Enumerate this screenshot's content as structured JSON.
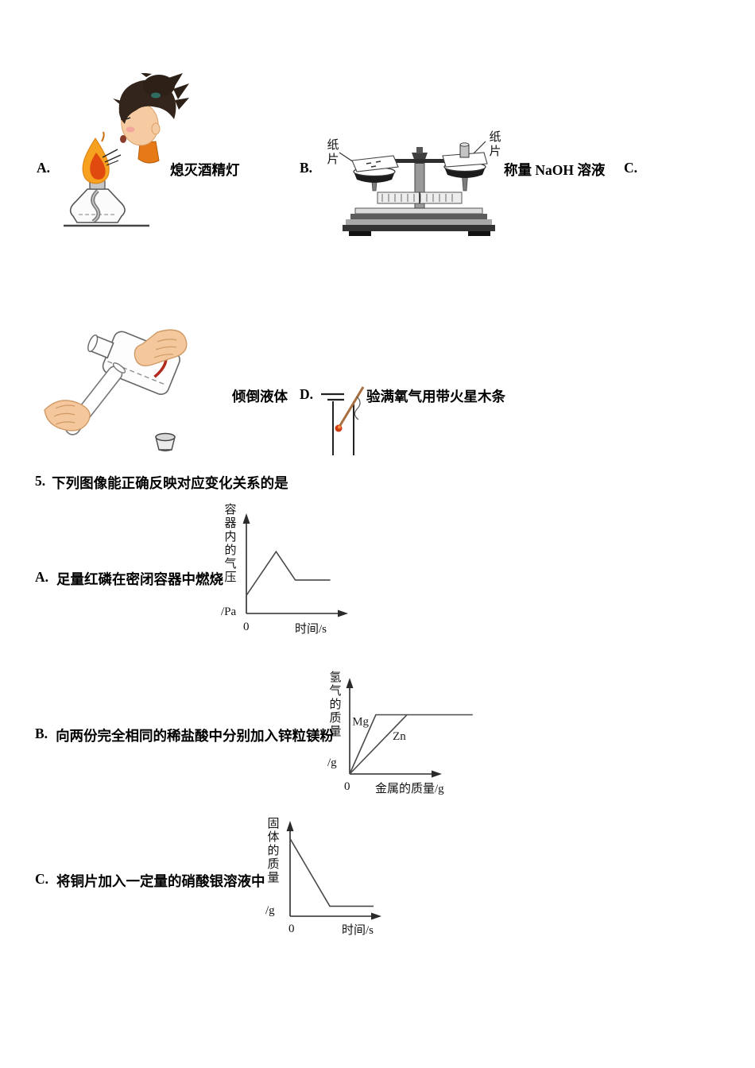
{
  "question4": {
    "options": [
      {
        "label": "A.",
        "caption": "熄灭酒精灯"
      },
      {
        "label": "B.",
        "caption": "称量 NaOH 溶液",
        "annotations": {
          "left": "纸片",
          "right": "纸片"
        }
      },
      {
        "label": "C.",
        "caption": "倾倒液体"
      },
      {
        "label": "D.",
        "caption": "验满氧气用带火星木条"
      }
    ]
  },
  "question5": {
    "number": "5.",
    "stem": "下列图像能正确反映对应变化关系的是",
    "options": [
      {
        "label": "A.",
        "text": "足量红磷在密闭容器中燃烧"
      },
      {
        "label": "B.",
        "text": "向两份完全相同的稀盐酸中分别加入锌粒镁粉"
      },
      {
        "label": "C.",
        "text": "将铜片加入一定量的硝酸银溶液中"
      }
    ]
  },
  "chart_data": [
    {
      "type": "line",
      "option": "A",
      "ylabel": "容器内的气压",
      "yunit": "/Pa",
      "xlabel": "时间/s",
      "origin": "0",
      "axes_note": "no gridlines, arrow axes, unlabeled ticks",
      "series": [
        {
          "name": "pressure",
          "points": [
            [
              0,
              0.21
            ],
            [
              0.34,
              0.72
            ],
            [
              0.56,
              0.39
            ],
            [
              0.96,
              0.39
            ]
          ]
        }
      ]
    },
    {
      "type": "line",
      "option": "B",
      "ylabel": "氢气的质量",
      "yunit": "/g",
      "xlabel": "金属的质量/g",
      "origin": "0",
      "axes_note": "no gridlines, arrow axes, both curves plateau at same height",
      "series": [
        {
          "name": "Mg",
          "label": "Mg",
          "label_pos": [
            0.03,
            0.57
          ],
          "points": [
            [
              0,
              0
            ],
            [
              0.31,
              0.69
            ],
            [
              1.46,
              0.69
            ]
          ]
        },
        {
          "name": "Zn",
          "label": "Zn",
          "label_pos": [
            0.51,
            0.4
          ],
          "points": [
            [
              0,
              0
            ],
            [
              0.68,
              0.69
            ]
          ]
        }
      ]
    },
    {
      "type": "line",
      "option": "C",
      "ylabel": "固体的质量",
      "yunit": "/g",
      "xlabel": "时间/s",
      "origin": "0",
      "axes_note": "no gridlines, arrow axes, starts high then plateaus above zero",
      "series": [
        {
          "name": "solid",
          "points": [
            [
              0,
              0.93
            ],
            [
              0.5,
              0.12
            ],
            [
              1.05,
              0.12
            ]
          ]
        }
      ]
    }
  ]
}
